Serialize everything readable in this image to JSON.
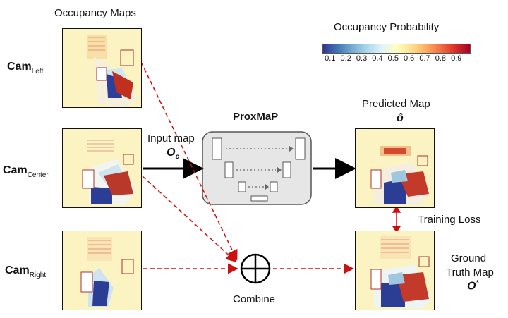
{
  "title_left": "Occupancy Maps",
  "cams": [
    {
      "main": "Cam",
      "sub": "Left"
    },
    {
      "main": "Cam",
      "sub": "Center"
    },
    {
      "main": "Cam",
      "sub": "Right"
    }
  ],
  "input_map": {
    "label": "Input map",
    "symbol": "O",
    "subscript": "c"
  },
  "model": {
    "label": "ProxMaP"
  },
  "predicted": {
    "label": "Predicted Map",
    "symbol": "ô"
  },
  "ground_truth": {
    "line1": "Ground",
    "line2": "Truth Map",
    "symbol": "O",
    "superscript": "*"
  },
  "training_loss": "Training Loss",
  "combine": "Combine",
  "colorbar": {
    "title": "Occupancy Probability",
    "ticks": [
      "0.1",
      "0.2",
      "0.3",
      "0.4",
      "0.5",
      "0.6",
      "0.7",
      "0.8",
      "0.9"
    ],
    "colors": [
      "#313695",
      "#4575b4",
      "#74add1",
      "#abd9e9",
      "#e0f3f8",
      "#ffffbf",
      "#fee090",
      "#fdae61",
      "#f46d43",
      "#d73027",
      "#a50026"
    ]
  },
  "colors": {
    "arrow_solid": "#000000",
    "arrow_dashed": "#cc1111",
    "box_fill": "#e6e6e6"
  }
}
